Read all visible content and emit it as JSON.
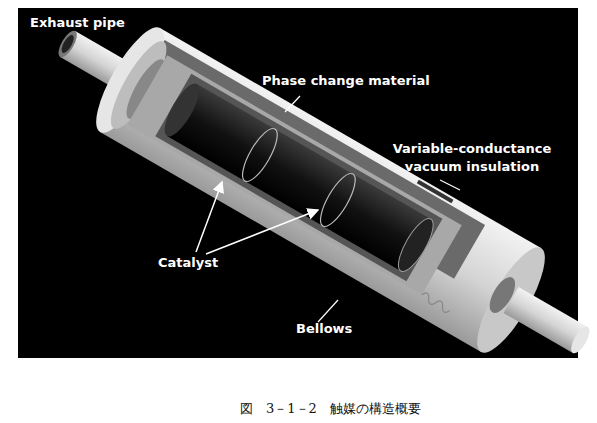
{
  "diagram": {
    "caption": "図　3－1－2　触媒の構造概要",
    "labels": [
      "Exhaust pipe",
      "Phase change material",
      "Variable-conductance vacuum insulation",
      "Catalyst",
      "Bellows"
    ]
  }
}
